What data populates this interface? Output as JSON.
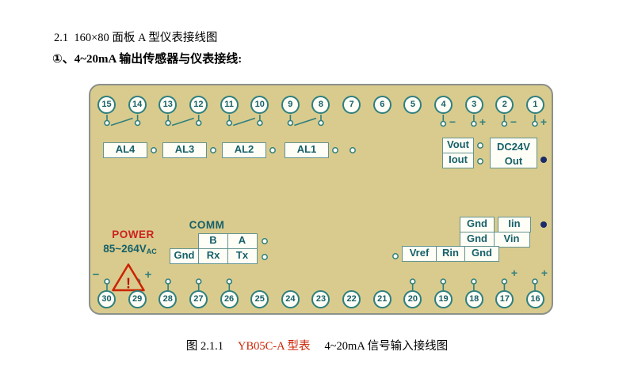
{
  "page": {
    "heading": "2.1  160×80 面板 A 型仪表接线图",
    "subheading": "①、4~20mA 输出传感器与仪表接线:",
    "caption": {
      "figure": "图 2.1.1",
      "model": "YB05C-A 型表",
      "desc": "4~20mA 信号输入接线图"
    }
  },
  "panel": {
    "top_terminals": [
      "15",
      "14",
      "13",
      "12",
      "11",
      "10",
      "9",
      "8",
      "7",
      "6",
      "5",
      "4",
      "3",
      "2",
      "1"
    ],
    "bottom_terminals": [
      "30",
      "29",
      "28",
      "27",
      "26",
      "25",
      "24",
      "23",
      "22",
      "21",
      "20",
      "19",
      "18",
      "17",
      "16"
    ],
    "alarms": [
      "AL4",
      "AL3",
      "AL2",
      "AL1"
    ],
    "outputs": {
      "vout": "Vout",
      "iout": "Iout",
      "dc24v_line1": "DC24V",
      "dc24v_line2": "Out"
    },
    "io": {
      "gnd_iin_row": [
        "Gnd",
        "Iin"
      ],
      "gnd_vin_row": [
        "Gnd",
        "Vin"
      ],
      "vref_row": [
        "Vref",
        "Rin",
        "Gnd"
      ]
    },
    "comm": {
      "title": "COMM",
      "row1": [
        "B",
        "A"
      ],
      "row2": [
        "Gnd",
        "Rx",
        "Tx"
      ]
    },
    "power": {
      "title": "POWER",
      "voltage": "85~264V",
      "voltage_unit": "AC"
    },
    "signs": {
      "minus": "−",
      "plus": "+",
      "warning": "!"
    },
    "colors": {
      "panel_bg": "#d9cb8d",
      "teal_line": "#2f7f7f",
      "teal_text": "#16606a",
      "red": "#cc2200",
      "bullet_navy": "#1b2a6b"
    }
  }
}
